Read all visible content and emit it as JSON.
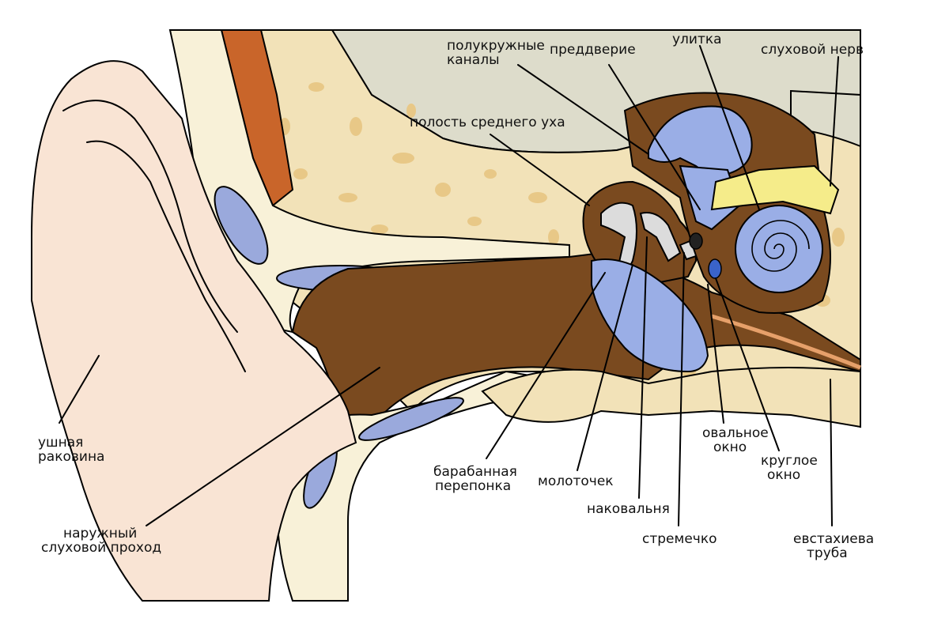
{
  "diagram": {
    "labels": {
      "semicircular_canals": [
        "полукружные",
        "каналы"
      ],
      "vestibule": "преддверие",
      "cochlea": "улитка",
      "auditory_nerve": "слуховой нерв",
      "middle_ear_cavity": "полость среднего уха",
      "auricle": [
        "ушная",
        "раковина"
      ],
      "ear_canal": [
        "наружный",
        "слуховой проход"
      ],
      "eardrum": [
        "барабанная",
        "перепонка"
      ],
      "malleus": "молоточек",
      "incus": "наковальня",
      "stapes": "стремечко",
      "oval_window": [
        "овальное",
        "окно"
      ],
      "round_window": [
        "круглое",
        "окно"
      ],
      "eustachian_tube": [
        "евстахиева",
        "труба"
      ]
    },
    "colors": {
      "skin": "#f9e4d4",
      "bone": "#f2e2b8",
      "bone_spots": "#e8c887",
      "cartilage": "#f8f1d8",
      "cartilage_fill": "#9aa9dc",
      "cavity": "#7a4a1f",
      "inner_ear": "#9aaee6",
      "nerve": "#f5ec8a",
      "muscle": "#c9652a",
      "skull": "#dddccb",
      "ossicles": "#dcdcdc"
    }
  }
}
